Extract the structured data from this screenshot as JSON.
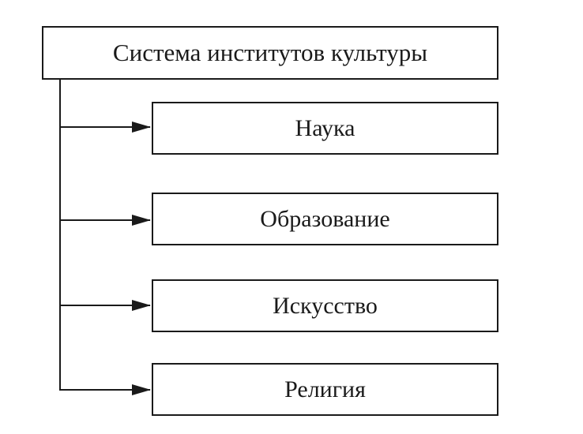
{
  "root": {
    "label": "Система институтов культуры"
  },
  "children": [
    {
      "label": "Наука"
    },
    {
      "label": "Образование"
    },
    {
      "label": "Искусство"
    },
    {
      "label": "Религия"
    }
  ],
  "colors": {
    "stroke": "#1a1a1a",
    "background": "#ffffff"
  }
}
